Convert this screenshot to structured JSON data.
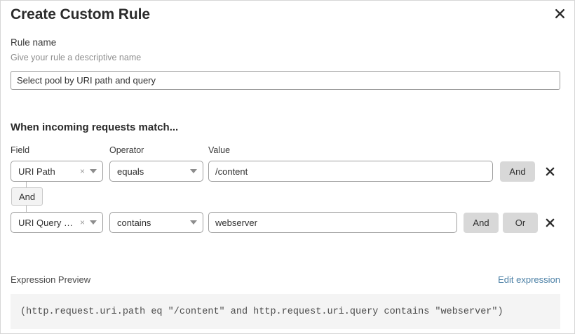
{
  "dialog": {
    "title": "Create Custom Rule",
    "close_icon": "close-icon"
  },
  "rule_name": {
    "label": "Rule name",
    "help": "Give your rule a descriptive name",
    "value": "Select pool by URI path and query",
    "placeholder": ""
  },
  "match_section": {
    "title": "When incoming requests match...",
    "columns": {
      "field": "Field",
      "operator": "Operator",
      "value": "Value"
    },
    "connector_chip": "And",
    "rows": [
      {
        "field": "URI Path",
        "field_clear_icon": "×",
        "operator": "equals",
        "value": "/content",
        "buttons": [
          "And"
        ],
        "delete_icon": "close-icon"
      },
      {
        "field": "URI Query St...",
        "field_clear_icon": "×",
        "operator": "contains",
        "value": "webserver",
        "buttons": [
          "And",
          "Or"
        ],
        "delete_icon": "close-icon"
      }
    ]
  },
  "expression_preview": {
    "label": "Expression Preview",
    "edit_link": "Edit expression",
    "expression": "(http.request.uri.path eq \"/content\" and http.request.uri.query contains \"webserver\")"
  },
  "colors": {
    "accent_link": "#4a7fa5",
    "button_gray": "#d8d8d8",
    "preview_bg": "#f4f4f4",
    "border": "#9f9f9f"
  }
}
